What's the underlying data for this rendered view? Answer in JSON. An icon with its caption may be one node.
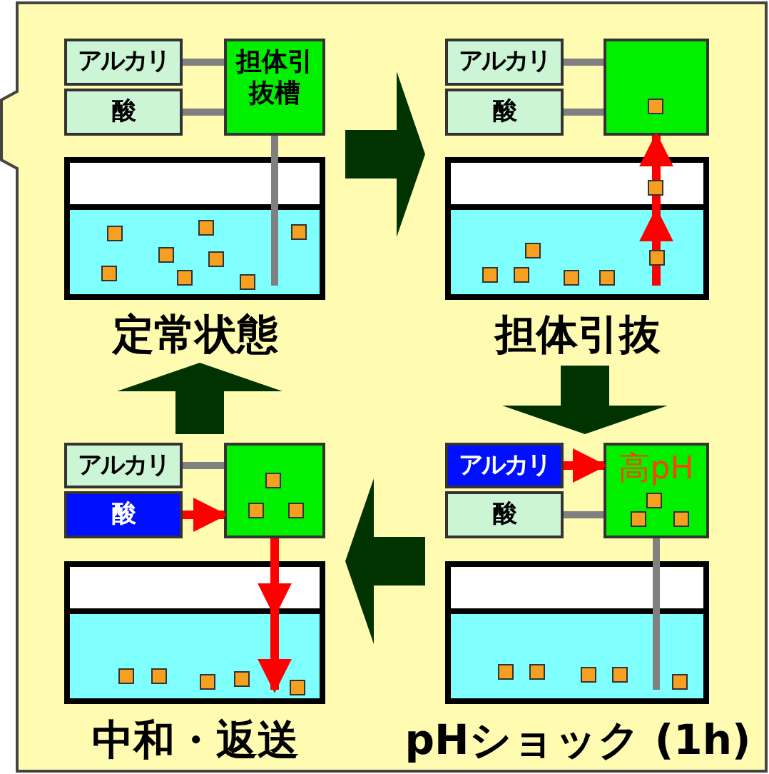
{
  "diagram": {
    "nodes": [
      {
        "text": [
          "アルカリ"
        ]
      },
      {
        "text": [
          "酸"
        ]
      },
      {
        "text": [
          "担体引抜槽"
        ]
      },
      {
        "text": [],
        "shape": "box"
      },
      {
        "text": [
          "定常状態"
        ]
      },
      {
        "text": [
          "アルカリ"
        ]
      },
      {
        "text": [
          "酸"
        ]
      },
      {
        "text": [],
        "shape": "box"
      },
      {
        "text": [],
        "shape": "box"
      },
      {
        "text": [
          "担体引抜"
        ]
      },
      {
        "text": [
          "アルカリ"
        ]
      },
      {
        "text": [
          "酸"
        ]
      },
      {
        "text": [],
        "shape": "box"
      },
      {
        "text": [],
        "shape": "box"
      },
      {
        "text": [
          "中和・返送"
        ]
      },
      {
        "text": [
          "アルカリ"
        ]
      },
      {
        "text": [
          "酸"
        ]
      },
      {
        "text": [
          "高pH"
        ]
      },
      {
        "text": [],
        "shape": "box"
      },
      {
        "text": [
          "pHショック (1h)"
        ]
      }
    ],
    "edges": [
      {
        "from": 0,
        "to": 2,
        "arrow": "none"
      },
      {
        "from": 1,
        "to": 2,
        "arrow": "none"
      },
      {
        "from": 2,
        "to": 3,
        "arrow": "none"
      },
      {
        "from": 3,
        "to": 8,
        "arrow": "to",
        "style": "thick",
        "color": "#003300"
      },
      {
        "from": 5,
        "to": 7,
        "arrow": "none"
      },
      {
        "from": 6,
        "to": 7,
        "arrow": "none"
      },
      {
        "from": 8,
        "to": 7,
        "arrow": "to",
        "color": "#ff0000"
      },
      {
        "from": 9,
        "to": 15,
        "arrow": "to",
        "style": "thick",
        "color": "#003300"
      },
      {
        "from": 15,
        "to": 17,
        "arrow": "to",
        "color": "#ff0000"
      },
      {
        "from": 16,
        "to": 17,
        "arrow": "none"
      },
      {
        "from": 17,
        "to": 18,
        "arrow": "none"
      },
      {
        "from": 18,
        "to": 13,
        "arrow": "to",
        "style": "thick",
        "color": "#003300"
      },
      {
        "from": 10,
        "to": 12,
        "arrow": "none"
      },
      {
        "from": 11,
        "to": 12,
        "arrow": "to",
        "color": "#ff0000"
      },
      {
        "from": 12,
        "to": 13,
        "arrow": "to",
        "color": "#ff0000"
      },
      {
        "from": 10,
        "to": 4,
        "arrow": "to",
        "style": "thick",
        "color": "#003300"
      }
    ]
  }
}
